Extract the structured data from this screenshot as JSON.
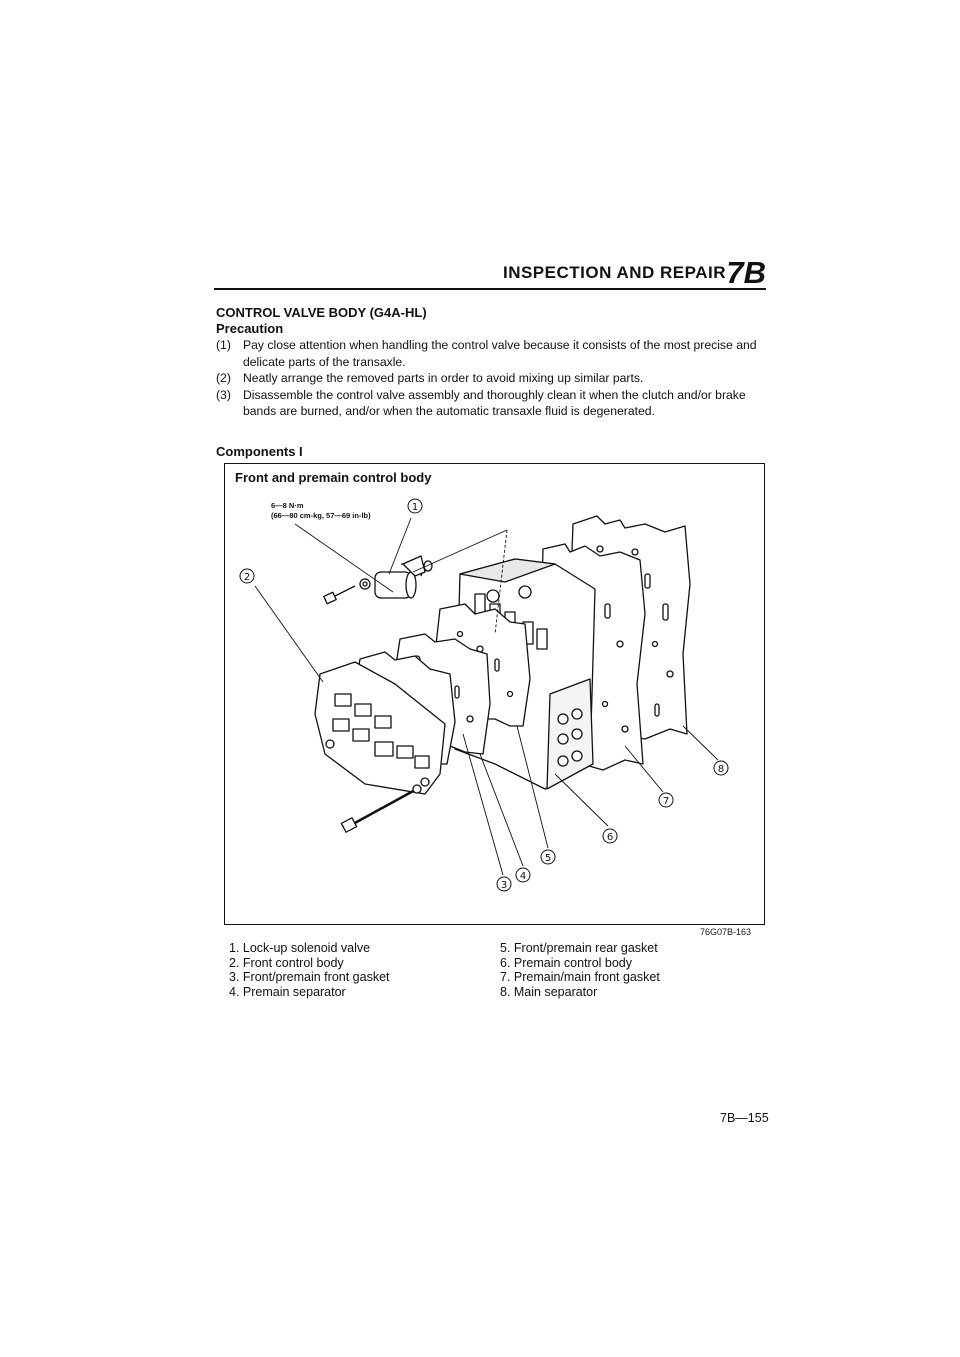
{
  "header": {
    "section": "INSPECTION AND REPAIR",
    "chapter": "7B"
  },
  "title": "CONTROL VALVE BODY (G4A-HL)",
  "subtitle": "Precaution",
  "precautions": [
    {
      "num": "(1)",
      "text": "Pay close attention when handling the control valve because it consists of the most precise and delicate parts of the transaxle."
    },
    {
      "num": "(2)",
      "text": "Neatly arrange the removed parts in order to avoid mixing up similar parts."
    },
    {
      "num": "(3)",
      "text": "Disassemble the control valve assembly and thoroughly clean it when the clutch and/or brake bands are burned, and/or when the automatic transaxle fluid is degenerated."
    }
  ],
  "components_heading": "Components I",
  "figure": {
    "title": "Front and premain control body",
    "torque_line1": "6—8 N·m",
    "torque_line2": "(66—80 cm-kg, 57—69 in-lb)",
    "callouts": [
      "1",
      "2",
      "3",
      "4",
      "5",
      "6",
      "7",
      "8"
    ],
    "code": "76G07B-163"
  },
  "legend": {
    "left": [
      "1. Lock-up solenoid valve",
      "2. Front control body",
      "3. Front/premain front gasket",
      "4. Premain separator"
    ],
    "right": [
      "5. Front/premain rear gasket",
      "6. Premain control body",
      "7. Premain/main front gasket",
      "8. Main separator"
    ]
  },
  "page_number": "7B—155"
}
